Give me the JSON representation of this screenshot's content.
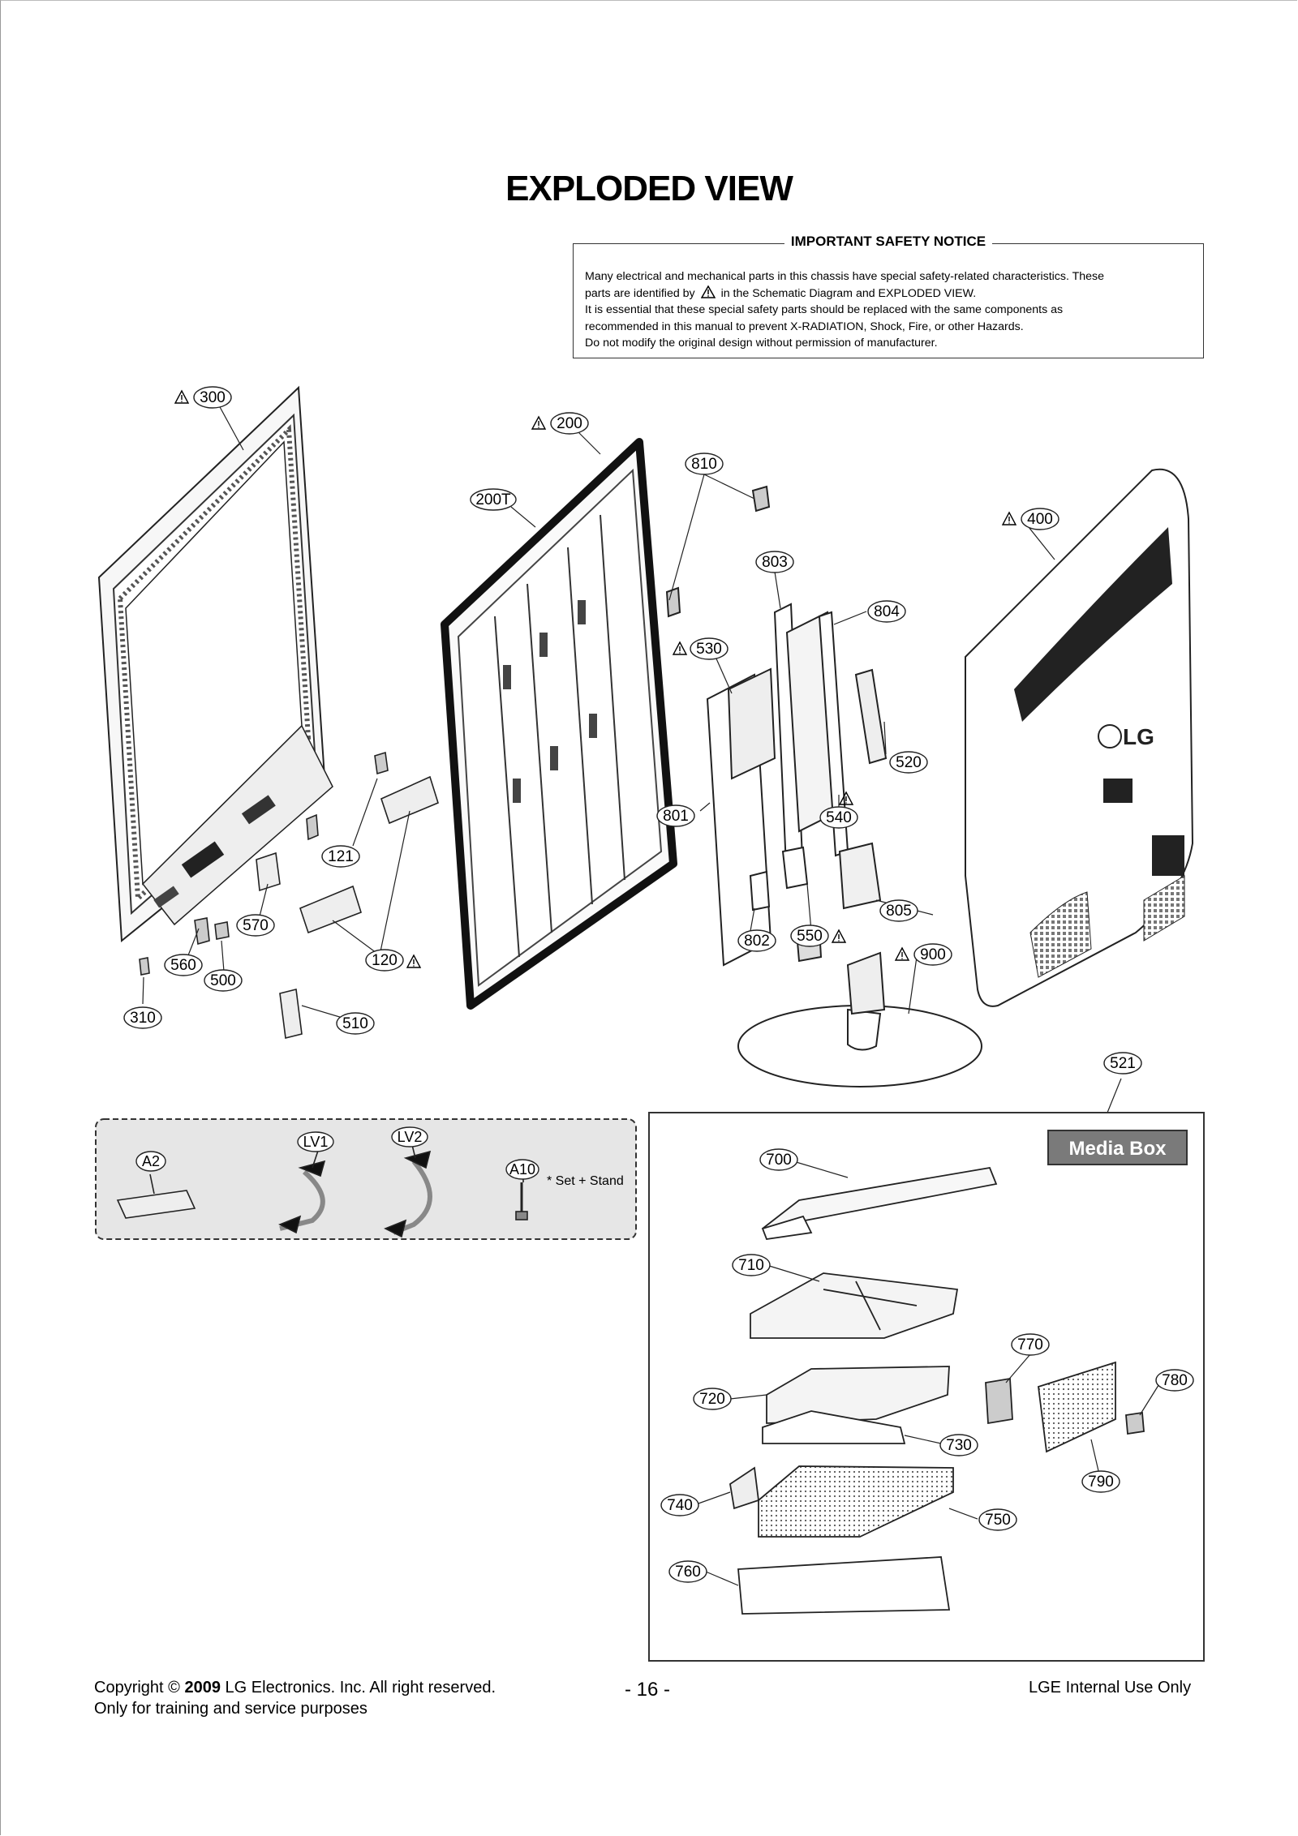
{
  "page_title": "EXPLODED VIEW",
  "notice": {
    "title": "IMPORTANT SAFETY NOTICE",
    "line1": "Many electrical and mechanical parts in this chassis have special safety-related characteristics. These",
    "line2a": "parts are identified by",
    "line2b": "in the Schematic Diagram and EXPLODED VIEW.",
    "line3": "It is essential that these special safety parts should be replaced with the same components as",
    "line4": "recommended in this manual to prevent X-RADIATION, Shock, Fire, or other Hazards.",
    "line5": "Do not modify the original design without permission of manufacturer."
  },
  "part_labels": {
    "p300": "300",
    "p200": "200",
    "p200T": "200T",
    "p810": "810",
    "p400": "400",
    "p803": "803",
    "p804": "804",
    "p530": "530",
    "p520": "520",
    "p540": "540",
    "p801": "801",
    "p121": "121",
    "p570": "570",
    "p560": "560",
    "p500": "500",
    "p120": "120",
    "p805": "805",
    "p802": "802",
    "p550": "550",
    "p900": "900",
    "p310": "310",
    "p510": "510",
    "p521": "521",
    "pA2": "A2",
    "pLV1": "LV1",
    "pLV2": "LV2",
    "pA10": "A10",
    "p700": "700",
    "p710": "710",
    "p770": "770",
    "p780": "780",
    "p720": "720",
    "p730": "730",
    "p790": "790",
    "p740": "740",
    "p750": "750",
    "p760": "760"
  },
  "accessory_note": "* Set + Stand",
  "media_box_label": "Media Box",
  "brand_logo": "LG",
  "footer": {
    "copyright_prefix": "Copyright",
    "copyright_symbol": "©",
    "copyright_year": "2009",
    "copyright_rest": "LG Electronics. Inc. All right reserved.",
    "training": "Only for training and service purposes",
    "page_number": "- 16 -",
    "internal": "LGE Internal Use Only"
  }
}
